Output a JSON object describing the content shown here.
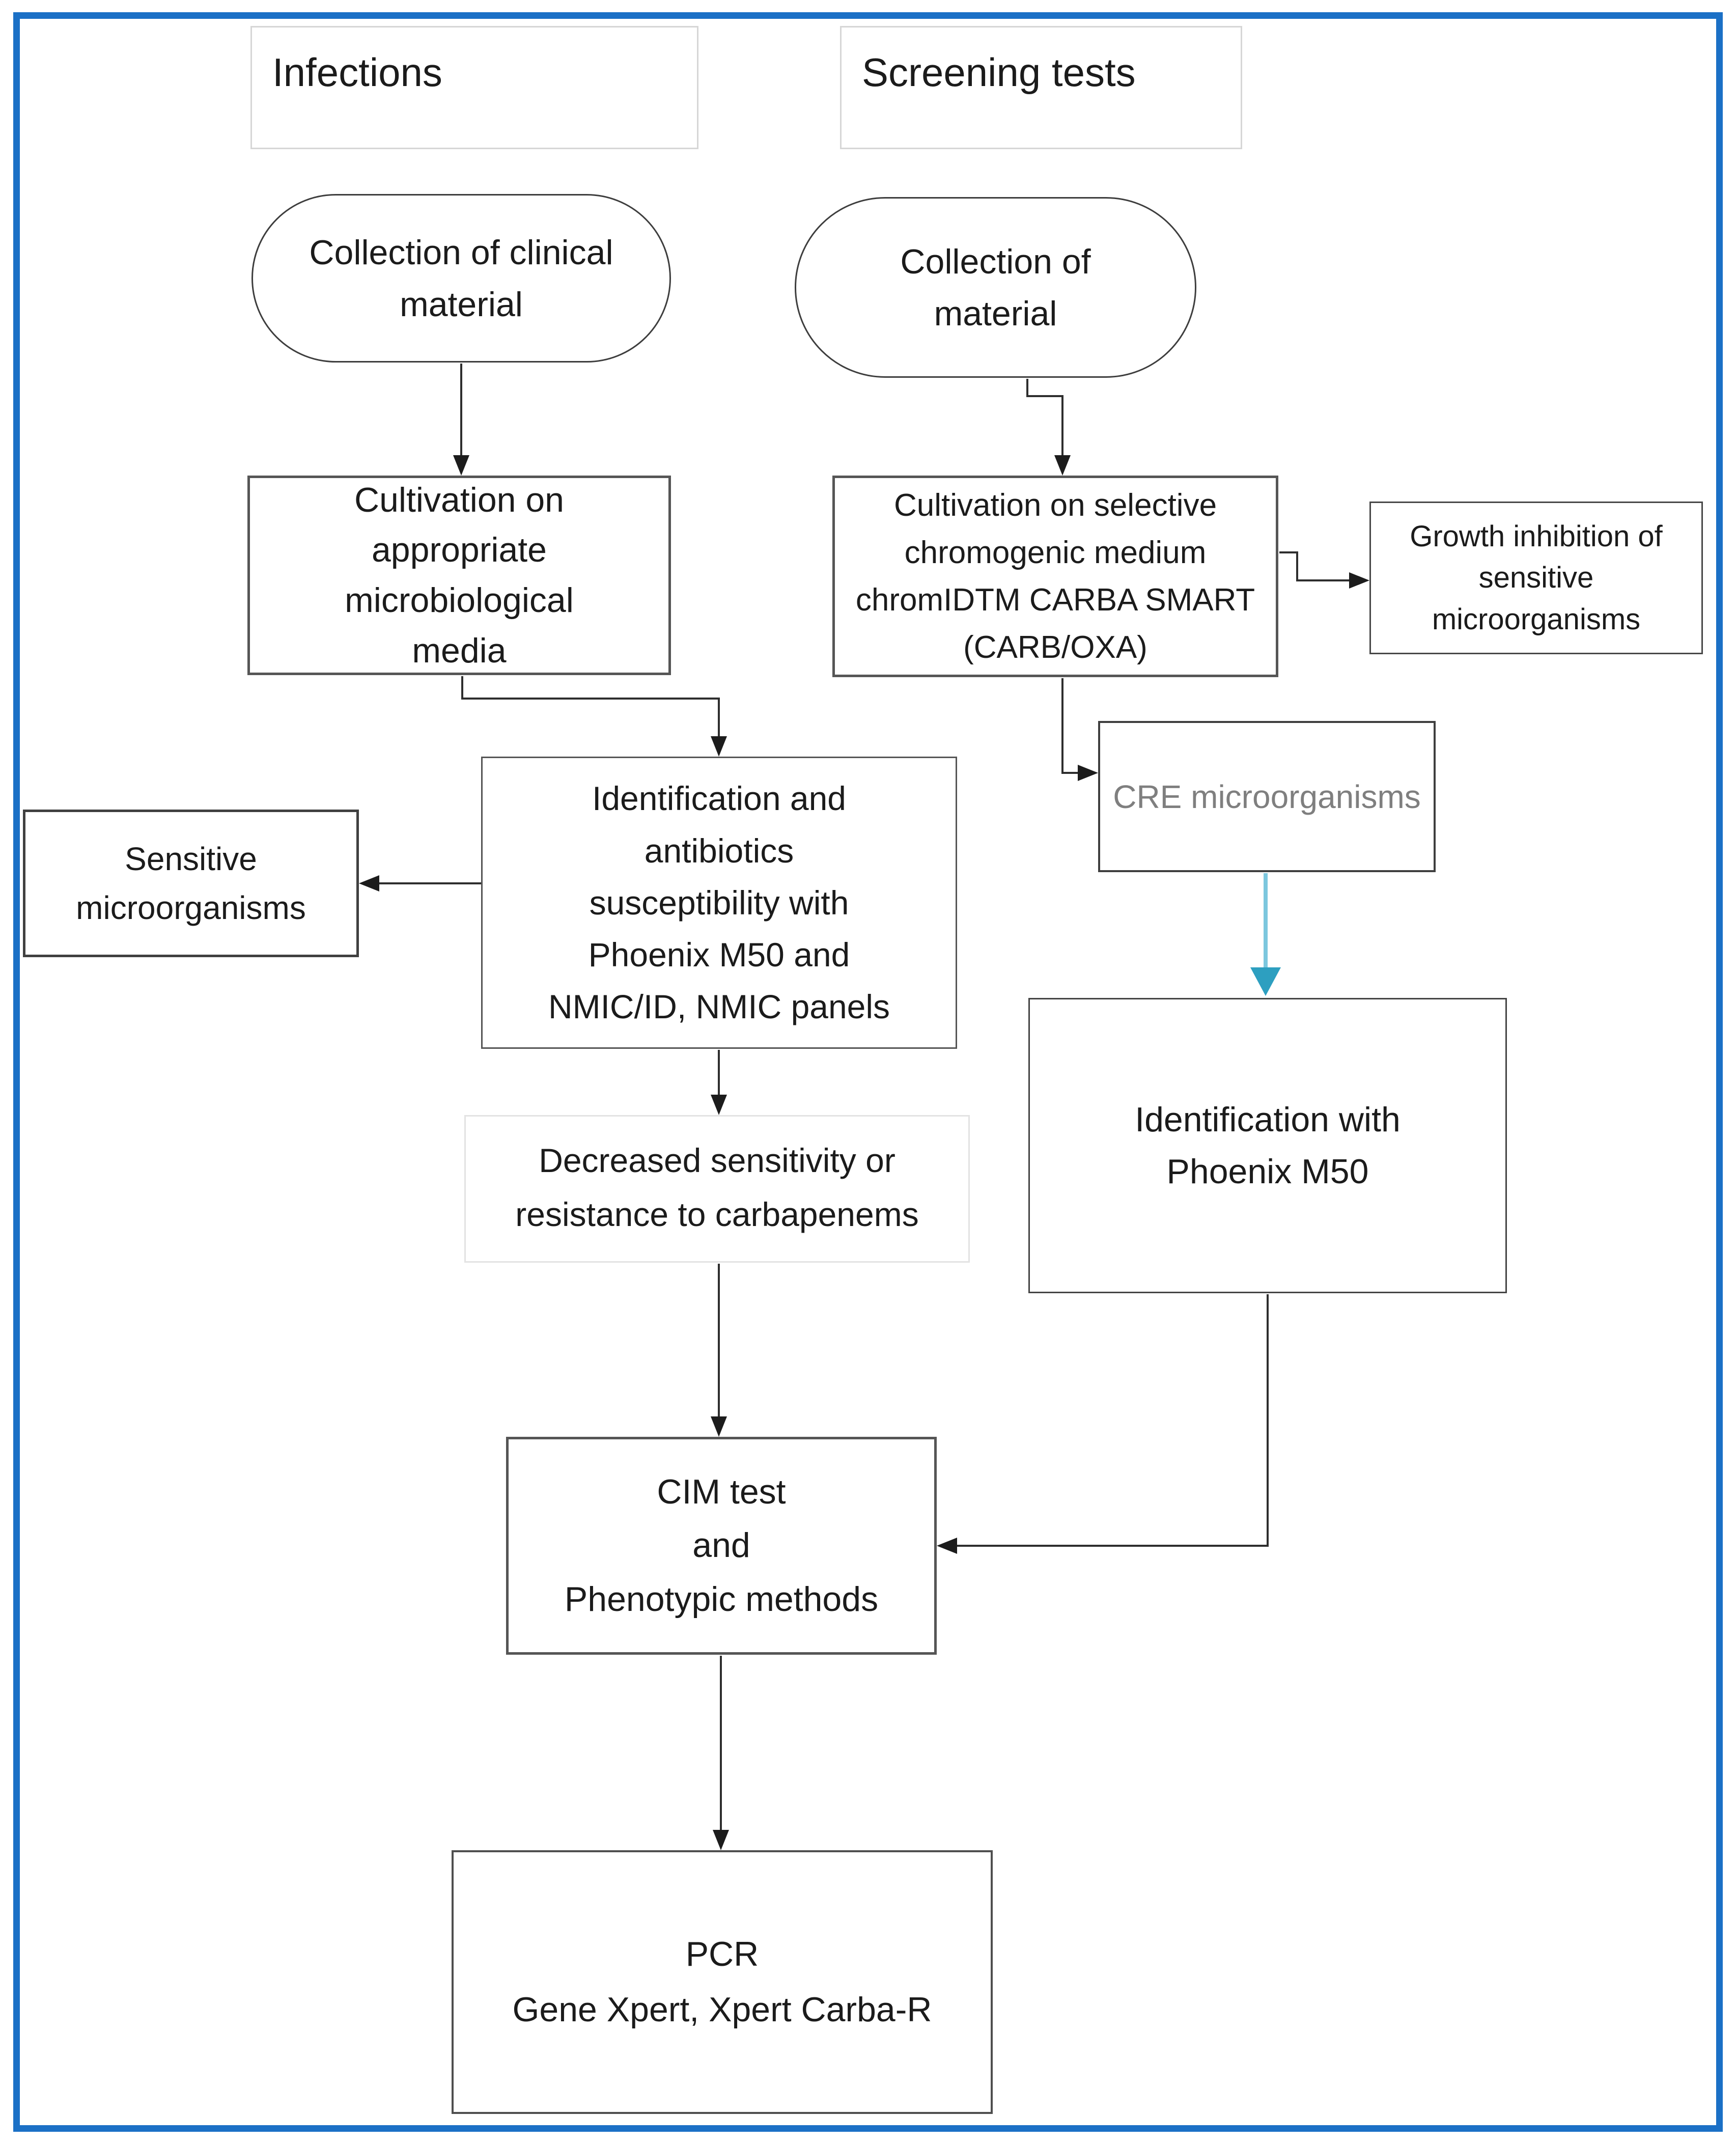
{
  "figure": {
    "type": "flowchart",
    "frame_border_color": "#1b70c6",
    "background": "#ffffff",
    "arrow_color": "#2e2e2e",
    "cre_arrow_line_color": "#7cc7de",
    "cre_arrow_head_color": "#2d9fc0",
    "cre_text_color": "#7f7f7f"
  },
  "columns": {
    "infections": {
      "label": "Infections"
    },
    "screening": {
      "label": "Screening tests"
    }
  },
  "nodes": {
    "collection_clinical": {
      "shape": "terminator",
      "text": "Collection of clinical\nmaterial"
    },
    "collection_material": {
      "shape": "terminator",
      "text": "Collection of\nmaterial"
    },
    "cultivation_appropriate": {
      "shape": "process",
      "text": "Cultivation on\nappropriate\nmicrobiological\nmedia"
    },
    "cultivation_selective": {
      "shape": "process",
      "text": "Cultivation on selective\nchromogenic medium\nchromIDTM CARBA SMART\n(CARB/OXA)"
    },
    "growth_inhibition": {
      "shape": "process",
      "text": "Growth inhibition of\nsensitive\nmicroorganisms"
    },
    "cre_microorganisms": {
      "shape": "process",
      "text": "CRE microorganisms"
    },
    "sensitive_microorganisms": {
      "shape": "process",
      "text": "Sensitive\nmicroorganisms"
    },
    "identification_ast": {
      "shape": "process",
      "text": "Identification and\nantibiotics\nsusceptibility with\nPhoenix M50 and\nNMIC/ID, NMIC panels"
    },
    "decreased_sensitivity": {
      "shape": "process",
      "text": "Decreased sensitivity or\nresistance to carbapenems"
    },
    "identification_phoenix": {
      "shape": "process",
      "text": "Identification with\nPhoenix M50"
    },
    "cim_test": {
      "shape": "process",
      "text": "CIM test\nand\nPhenotypic methods"
    },
    "pcr": {
      "shape": "process",
      "text": "PCR\nGene Xpert, Xpert Carba-R"
    }
  },
  "edges": [
    {
      "from": "collection_clinical",
      "to": "cultivation_appropriate"
    },
    {
      "from": "collection_material",
      "to": "cultivation_selective"
    },
    {
      "from": "cultivation_appropriate",
      "to": "identification_ast"
    },
    {
      "from": "cultivation_selective",
      "to": "growth_inhibition"
    },
    {
      "from": "cultivation_selective",
      "to": "cre_microorganisms"
    },
    {
      "from": "cre_microorganisms",
      "to": "identification_phoenix",
      "style": "blue"
    },
    {
      "from": "identification_ast",
      "to": "sensitive_microorganisms"
    },
    {
      "from": "identification_ast",
      "to": "decreased_sensitivity"
    },
    {
      "from": "decreased_sensitivity",
      "to": "cim_test"
    },
    {
      "from": "identification_phoenix",
      "to": "cim_test"
    },
    {
      "from": "cim_test",
      "to": "pcr"
    }
  ]
}
